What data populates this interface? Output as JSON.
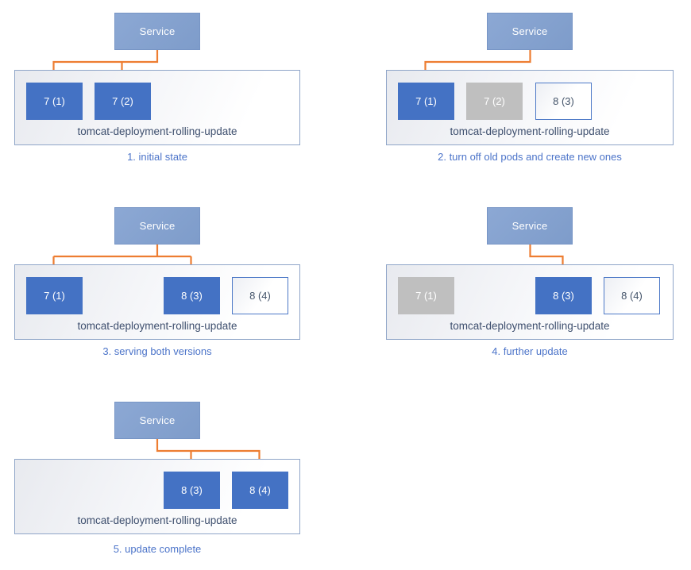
{
  "service_label": "Service",
  "deployment_label": "tomcat-deployment-rolling-update",
  "colors": {
    "service_fill": "#7E9CCA",
    "pod_active_fill": "#4472C4",
    "pod_old_fill": "#BFBFBF",
    "pod_new_border": "#4D79C7",
    "pod_new_text": "#44546A",
    "arrow": "#ED7D31",
    "deployment_label_text": "#3E4F6E",
    "caption_text": "#4C74C9",
    "container_border": "#8FA5C8"
  },
  "panels": [
    {
      "caption": "1. initial state",
      "pods": [
        {
          "label": "7 (1)",
          "state": "active"
        },
        {
          "label": "7 (2)",
          "state": "active"
        }
      ],
      "service_routes_to": [
        "7 (1)",
        "7 (2)"
      ]
    },
    {
      "caption": "2. turn off old pods and create new ones",
      "pods": [
        {
          "label": "7 (1)",
          "state": "active"
        },
        {
          "label": "7 (2)",
          "state": "old"
        },
        {
          "label": "8 (3)",
          "state": "new"
        }
      ],
      "service_routes_to": [
        "7 (1)"
      ]
    },
    {
      "caption": "3. serving both versions",
      "pods": [
        {
          "label": "7 (1)",
          "state": "active"
        },
        {
          "label": "8 (3)",
          "state": "active"
        },
        {
          "label": "8 (4)",
          "state": "new"
        }
      ],
      "service_routes_to": [
        "7 (1)",
        "8 (3)"
      ]
    },
    {
      "caption": "4. further update",
      "pods": [
        {
          "label": "7 (1)",
          "state": "old"
        },
        {
          "label": "8 (3)",
          "state": "active"
        },
        {
          "label": "8 (4)",
          "state": "new"
        }
      ],
      "service_routes_to": [
        "8 (3)"
      ]
    },
    {
      "caption": "5. update complete",
      "pods": [
        {
          "label": "8 (3)",
          "state": "active"
        },
        {
          "label": "8 (4)",
          "state": "active"
        }
      ],
      "service_routes_to": [
        "8 (3)",
        "8 (4)"
      ]
    }
  ]
}
